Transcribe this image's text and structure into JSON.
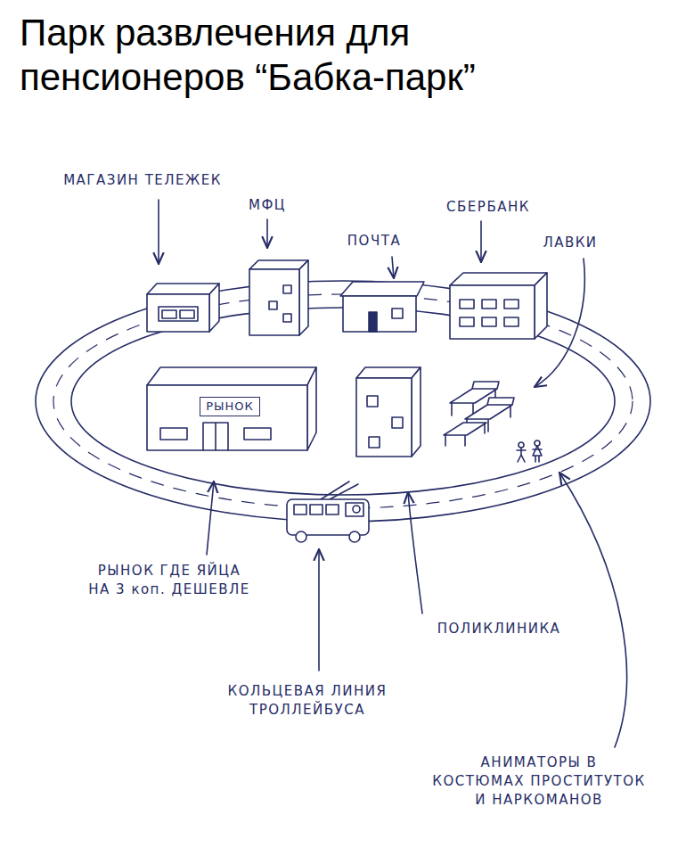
{
  "diagram": {
    "title": "Парк развлечения для пенсионеров “Бабка-парк”",
    "nodes": [
      {
        "text": [
          "РЫНОК"
        ]
      }
    ],
    "labels": [
      "МАГАЗИН ТЕЛЕЖЕК",
      "МФЦ",
      "ПОЧТА",
      "СБЕРБАНК",
      "ЛАВКИ",
      "РЫНОК ГДЕ ЯЙЦА НА 3 коп. ДЕШЕВЛЕ",
      "ПОЛИКЛИНИКА",
      "КОЛЬЦЕВАЯ ЛИНИЯ ТРОЛЛЕЙБУСА",
      "АНИМАТОРЫ В КОСТЮМАХ ПРОСТИТУТОК И НАРКОМАНОВ"
    ]
  }
}
